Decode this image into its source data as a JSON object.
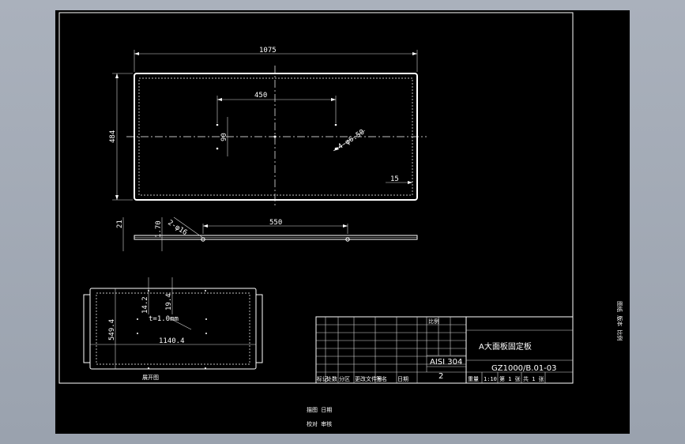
{
  "plan_view": {
    "overall_length": "1075",
    "overall_width": "484",
    "hole_spacing": "450",
    "hole_offset": "90",
    "hole_callout": "4-φ6.50",
    "edge_margin": "15"
  },
  "side_view": {
    "thickness": "21",
    "depth": "1.70",
    "hole_callout": "2-φ16",
    "hole_spacing": "550"
  },
  "flat_pattern": {
    "height": "549.4",
    "width": "1140.4",
    "dim_a": "14.2",
    "dim_b": "19.4",
    "thickness_note": "t=1.0mm",
    "label": "展开图"
  },
  "title_block": {
    "part_name": "A大面板固定板",
    "material": "AISI 304",
    "quantity": "2",
    "drawing_no": "GZ1000/B.01-03",
    "scale_label": "比例",
    "row_labels": [
      "标记",
      "处数",
      "分区",
      "更改文件号",
      "签名",
      "日期"
    ],
    "bottom_values": [
      "重量",
      "1:10",
      "第 1 张",
      "共 1 张"
    ]
  },
  "margin_notes": {
    "side_text": "图纸 版本 比例",
    "note_line_1": "描图 日期",
    "note_line_2": "校对 审核"
  }
}
